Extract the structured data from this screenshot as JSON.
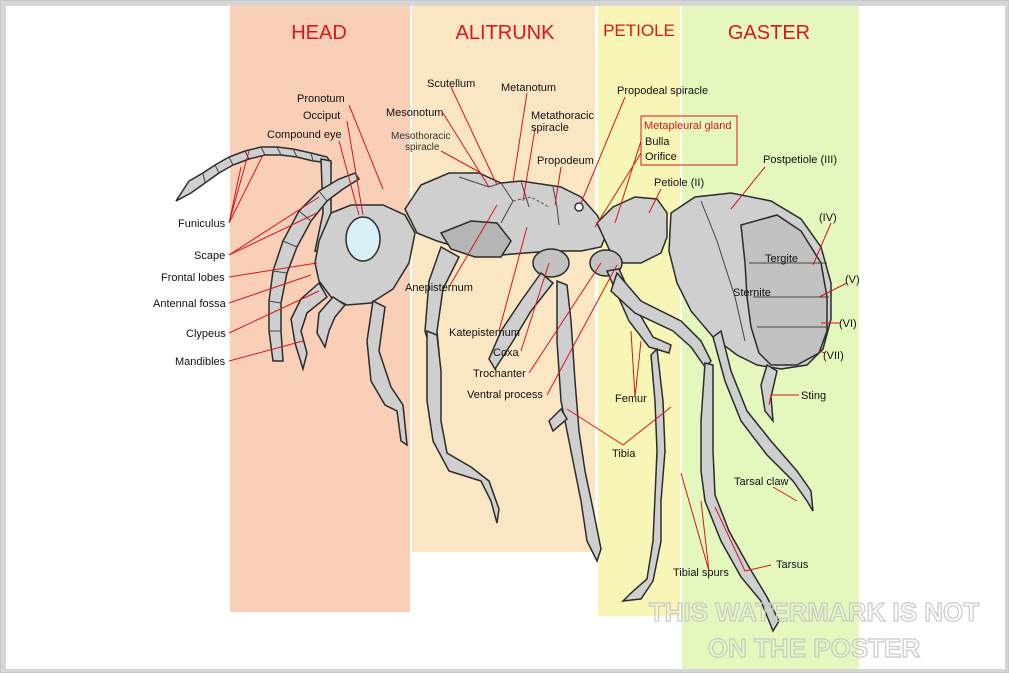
{
  "sections": {
    "head": "HEAD",
    "alitrunk": "ALITRUNK",
    "petiole": "PETIOLE",
    "gaster": "GASTER"
  },
  "colors": {
    "head_band": "#f9cfb8",
    "alitrunk_band": "#fbe6c3",
    "petiole_band": "#f7f6b6",
    "gaster_band": "#e4f8bd",
    "label_line": "#d8161b",
    "section_title": "#e0151b"
  },
  "labels": {
    "pronotum": "Pronotum",
    "occiput": "Occiput",
    "compound_eye": "Compound eye",
    "funiculus": "Funiculus",
    "scape": "Scape",
    "frontal_lobes": "Frontal lobes",
    "antennal_fossa": "Antennal fossa",
    "clypeus": "Clypeus",
    "mandibles": "Mandibles",
    "scutellum": "Scutellum",
    "metanotum": "Metanotum",
    "mesonotum": "Mesonotum",
    "mesothoracic_spiracle_1": "Mesothoracic",
    "mesothoracic_spiracle_2": "spiracle",
    "metathoracic_spiracle_1": "Metathoracic",
    "metathoracic_spiracle_2": "spiracle",
    "propodeum": "Propodeum",
    "anepisternum": "Anepisternum",
    "katepisternum": "Katepisternum",
    "coxa": "Coxa",
    "trochanter": "Trochanter",
    "ventral_process": "Ventral process",
    "propodeal_spiracle": "Propodeal spiracle",
    "metapleural_gland": "Metapleural gland",
    "bulla": "Bulla",
    "orifice": "Orifice",
    "petiole_ii": "Petiole (II)",
    "postpetiole_iii": "Postpetiole (III)",
    "seg_iv": "(IV)",
    "tergite": "Tergite",
    "seg_v": "(V)",
    "sternite": "Sternite",
    "seg_vi": "(VI)",
    "seg_vii": "(VII)",
    "sting": "Sting",
    "femur": "Femur",
    "tibia": "Tibia",
    "tarsal_claw": "Tarsal claw",
    "tarsus": "Tarsus",
    "tibial_spurs": "Tibial spurs"
  },
  "watermark": {
    "line1": "THIS WATERMARK IS NOT",
    "line2": "ON THE POSTER"
  }
}
